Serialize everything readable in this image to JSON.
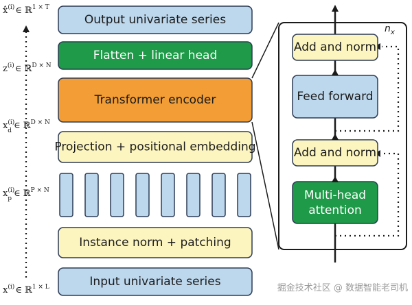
{
  "colors": {
    "blue": "#bdd7ec",
    "green": "#1e9a48",
    "orange": "#f29d35",
    "yellow": "#fcf5c0",
    "border": "#2d3b55"
  },
  "left_stack": {
    "output": "Output univariate series",
    "flatten": "Flatten + linear head",
    "transformer": "Transformer encoder",
    "projection": "Projection + positional embedding",
    "instance_norm": "Instance norm + patching",
    "input": "Input univariate series"
  },
  "math_labels": {
    "xhat": {
      "base": "x̂",
      "sup": "(i)",
      "set": "∈ ℝ",
      "dim": "1 × T"
    },
    "z": {
      "base": "z",
      "sup": "(i)",
      "set": "∈ ℝ",
      "dim": "D × N"
    },
    "xd": {
      "base": "x",
      "sup": "(i)",
      "sub": "d",
      "set": "∈ ℝ",
      "dim": "D × N"
    },
    "xp": {
      "base": "x",
      "sup": "(i)",
      "sub": "p",
      "set": "∈ ℝ",
      "dim": "P × N"
    },
    "x": {
      "base": "x",
      "sup": "(i)",
      "set": "∈ ℝ",
      "dim": "1 × L"
    }
  },
  "encoder_block": {
    "repeat_label": "n",
    "repeat_sub": "x",
    "add_norm_top": "Add and norm",
    "feed_forward": "Feed forward",
    "add_norm_bottom": "Add and norm",
    "attention_line1": "Multi-head",
    "attention_line2": "attention"
  },
  "watermark": "掘金技术社区 @ 数据智能老司机"
}
